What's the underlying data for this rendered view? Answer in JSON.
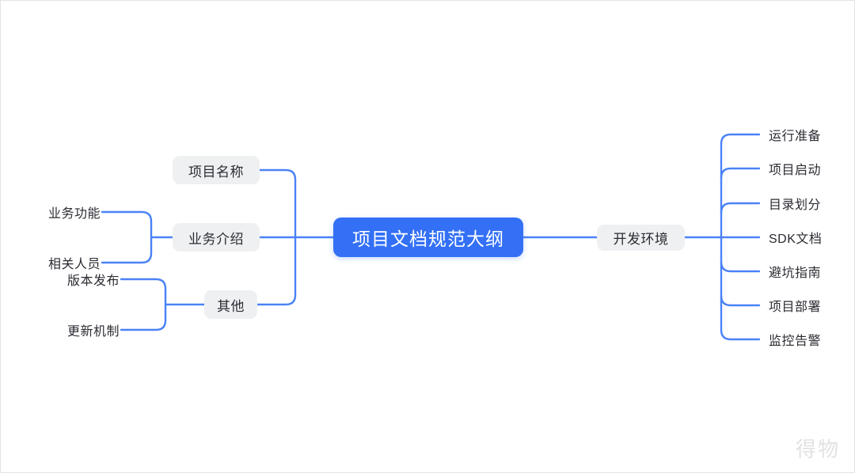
{
  "theme": {
    "canvas_bg": "#ffffff",
    "root_fill": "#3370f5",
    "root_text": "#ffffff",
    "branch_fill": "#eff0f2",
    "branch_text": "#2b2b33",
    "leaf_text": "#2b2b33",
    "connector": "#4a82f7",
    "watermark_color": "#e2e2e4"
  },
  "root": {
    "label": "项目文档规范大纲"
  },
  "left": {
    "branches": [
      {
        "label": "项目名称",
        "children": []
      },
      {
        "label": "业务介绍",
        "children": [
          {
            "label": "业务功能"
          },
          {
            "label": "相关人员"
          }
        ]
      },
      {
        "label": "其他",
        "children": [
          {
            "label": "版本发布"
          },
          {
            "label": "更新机制"
          }
        ]
      }
    ]
  },
  "right": {
    "branches": [
      {
        "label": "开发环境",
        "children": [
          {
            "label": "运行准备"
          },
          {
            "label": "项目启动"
          },
          {
            "label": "目录划分"
          },
          {
            "label": "SDK文档"
          },
          {
            "label": "避坑指南"
          },
          {
            "label": "项目部署"
          },
          {
            "label": "监控告警"
          }
        ]
      }
    ]
  },
  "watermark": {
    "text": "得物"
  }
}
